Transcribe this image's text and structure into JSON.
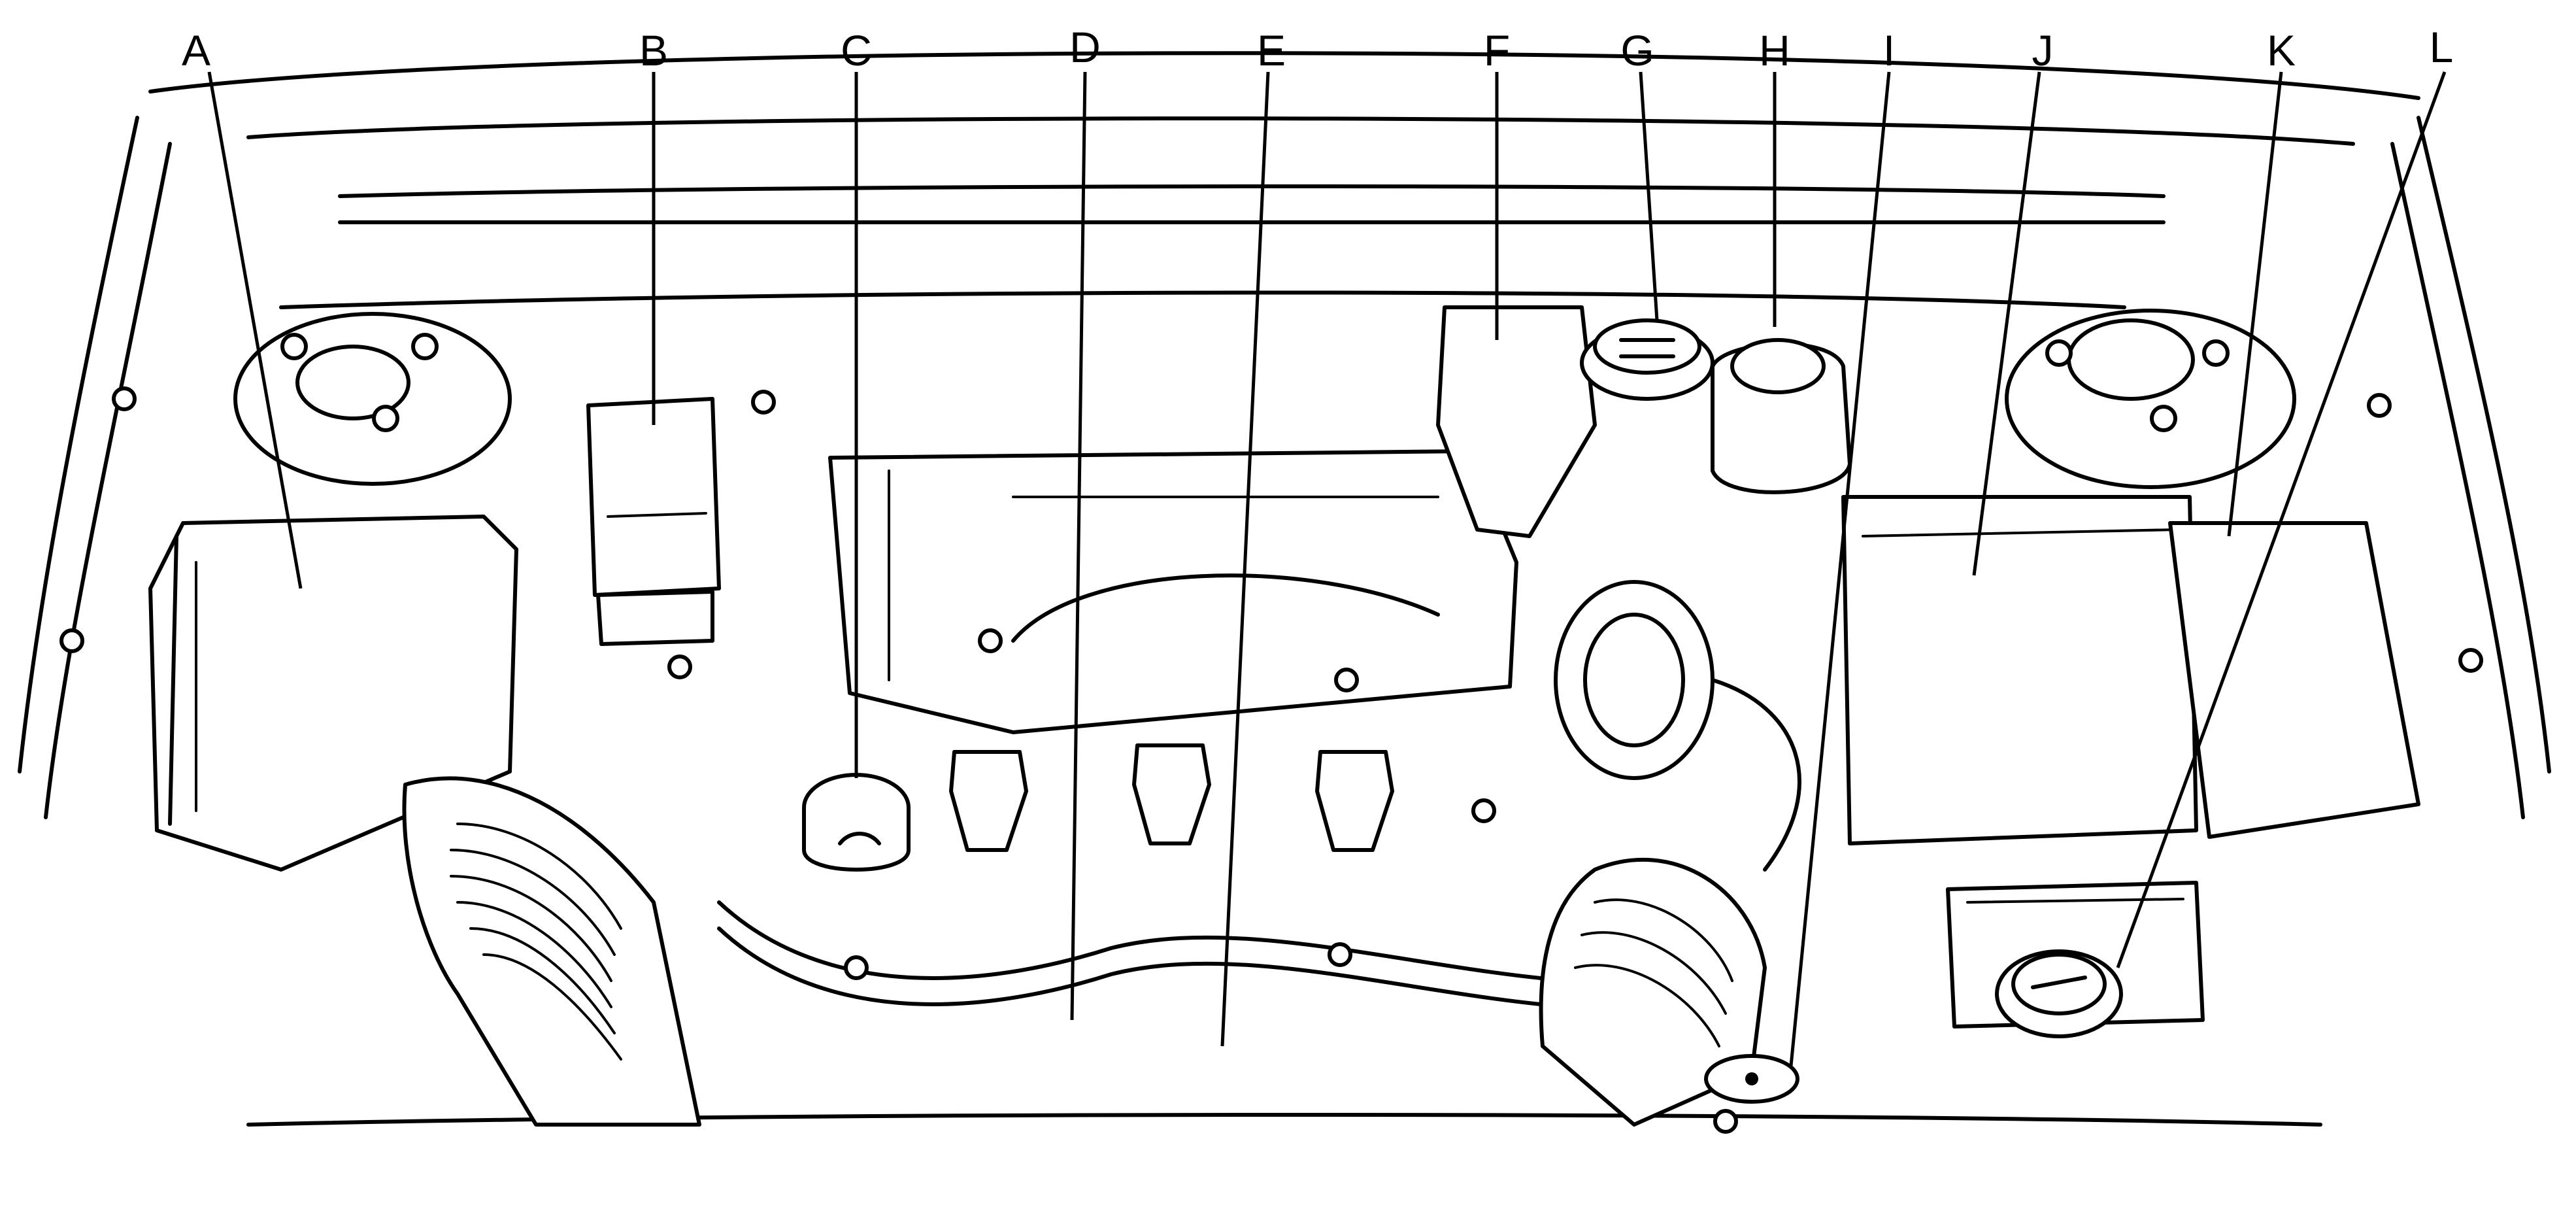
{
  "callouts": [
    {
      "id": "A",
      "text": "A"
    },
    {
      "id": "B",
      "text": "B"
    },
    {
      "id": "C",
      "text": "C"
    },
    {
      "id": "D",
      "text": "D"
    },
    {
      "id": "E",
      "text": "E"
    },
    {
      "id": "F",
      "text": "F"
    },
    {
      "id": "G",
      "text": "G"
    },
    {
      "id": "H",
      "text": "H"
    },
    {
      "id": "I",
      "text": "I"
    },
    {
      "id": "J",
      "text": "J"
    },
    {
      "id": "K",
      "text": "K"
    },
    {
      "id": "L",
      "text": "L"
    }
  ],
  "colors": {
    "line": "#000000",
    "background": "#ffffff"
  }
}
